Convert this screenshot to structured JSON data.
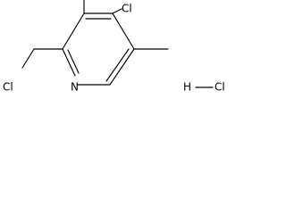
{
  "molecule": {
    "atoms": {
      "cl_ring": "Cl",
      "cl_methyl": "Cl",
      "nitrogen": "N"
    },
    "salt": {
      "h": "H",
      "cl": "Cl"
    }
  },
  "colors": {
    "ink": "#000000",
    "background": "#ffffff"
  }
}
